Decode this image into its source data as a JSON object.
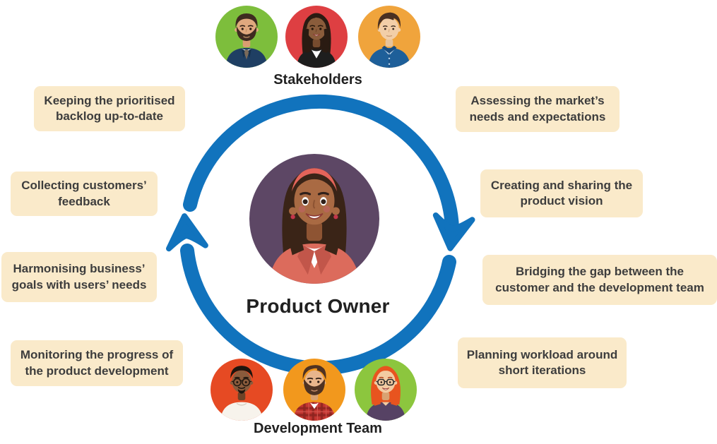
{
  "colors": {
    "arrow-blue": "#1173BD",
    "box-bg": "#FAEACA",
    "box-text": "#3D3D3D",
    "caption-text": "#212121",
    "stakeholder1-bg": "#7DBE3C",
    "stakeholder2-bg": "#DE3F42",
    "stakeholder3-bg": "#F0A43C",
    "developer1-bg": "#E64A23",
    "developer2-bg": "#F2981D",
    "developer3-bg": "#8CC63E",
    "product-owner-bg": "#5D4765"
  },
  "groups": {
    "stakeholders": {
      "label": "Stakeholders"
    },
    "development_team": {
      "label": "Development Team"
    },
    "product_owner": {
      "label": "Product Owner"
    }
  },
  "avatars": {
    "stakeholders": [
      "bearded-businessman-avatar",
      "businesswoman-avatar",
      "young-businessperson-avatar"
    ],
    "development_team": [
      "developer-with-glasses-avatar",
      "bearded-developer-plaid-shirt-avatar",
      "red-haired-woman-developer-avatar"
    ],
    "center": "product-owner-woman-avatar"
  },
  "left_responsibilities": [
    {
      "text": "Keeping the prioritised\nbacklog up-to-date"
    },
    {
      "text": "Collecting customers’\nfeedback"
    },
    {
      "text": "Harmonising business’\ngoals with users’ needs"
    },
    {
      "text": "Monitoring the progress of\nthe product development"
    }
  ],
  "right_responsibilities": [
    {
      "text": "Assessing the market’s\nneeds and expectations"
    },
    {
      "text": "Creating and sharing the\nproduct vision"
    },
    {
      "text": "Bridging the gap between the\ncustomer and the development team"
    },
    {
      "text": "Planning workload around\nshort iterations"
    }
  ]
}
